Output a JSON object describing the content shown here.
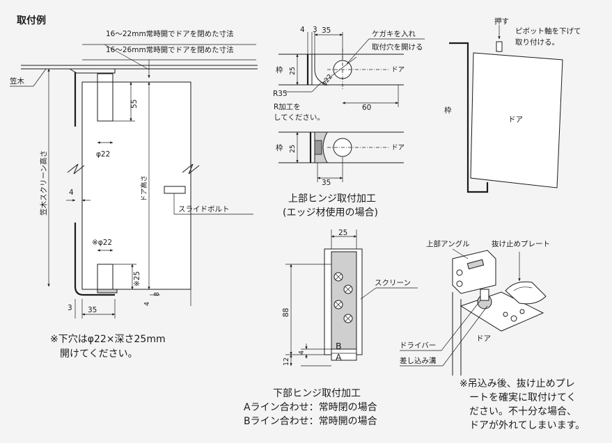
{
  "title": "取付例",
  "left": {
    "dim_note_1": "16～22mm常時開でドアを閉めた寸法",
    "dim_note_2": "16～26mm常時開でドアを閉めた寸法",
    "frame_label": "笠木",
    "screen_height_label": "笠木スクリーン高さ",
    "door_height_label": "ドア高さ",
    "dim_55": "55",
    "dim_phi22": "φ22",
    "dim_4": "4",
    "dim_phi22_note": "※φ22",
    "dim_25": "※25",
    "dim_4b": "4",
    "dim_8": "8",
    "dim_3": "3",
    "dim_35": "35",
    "slide_bolt_label": "スライドボルト",
    "note_line1": "※下穴はφ22×深さ25mm",
    "note_line2": "開けてください。"
  },
  "top_mid": {
    "dim_4": "4",
    "dim_3": "3",
    "dim_35_top": "35",
    "scribe_label_1": "ケガキを入れ",
    "scribe_label_2": "取付穴を開ける",
    "frame_label": "枠",
    "dim_25": "25",
    "dim_phi22": "φ22",
    "door_label": "ドア",
    "r35_label": "R35",
    "r_process_1": "R加工を",
    "r_process_2": "してください。",
    "dim_60": "60",
    "frame_label_2": "枠",
    "dim_25b": "25",
    "door_label_2": "ドア",
    "dim_35_bottom": "35",
    "caption_1": "上部ヒンジ取付加工",
    "caption_2": "(エッジ材使用の場合)"
  },
  "top_right": {
    "push_label": "押す",
    "pivot_note_1": "ピボット軸を下げて",
    "pivot_note_2": "取り付ける。",
    "frame_label": "枠",
    "door_label": "ドア"
  },
  "bottom_mid": {
    "dim_25": "25",
    "screen_label": "スクリーン",
    "dim_88": "88",
    "dim_4": "4",
    "dim_12": "12",
    "label_b": "B",
    "label_a": "A",
    "caption_1": "下部ヒンジ取付加工",
    "caption_2": "Aライン合わせ：常時閉の場合",
    "caption_3": "Bライン合わせ：常時開の場合"
  },
  "bottom_right": {
    "upper_angle_label": "上部アングル",
    "stop_plate_label": "抜け止めプレート",
    "driver_label": "ドライバー",
    "slot_label": "差し込み溝",
    "door_label": "ドア",
    "note_1": "※吊込み後、抜け止めプレ",
    "note_2": "ートを確実に取付けてく",
    "note_3": "ださい。不十分な場合、",
    "note_4": "ドアが外れてしまいます。"
  }
}
